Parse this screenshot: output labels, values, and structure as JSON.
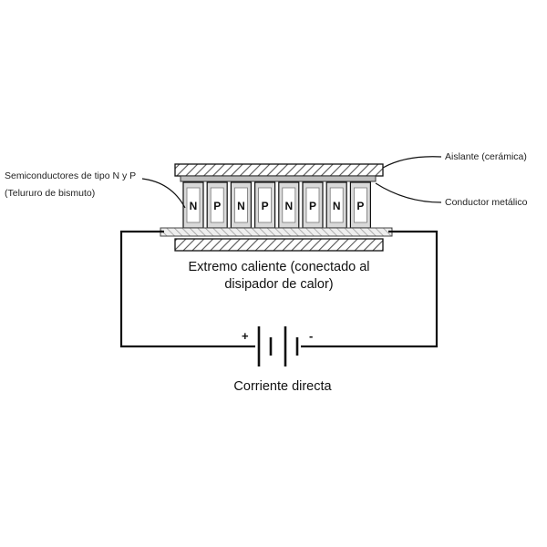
{
  "labels": {
    "semiconductors": "Semiconductores de tipo N y P",
    "semiconductors_material": "(Telururo de bismuto)",
    "insulator": "Aislante (cerámica)",
    "conductor": "Conductor metálico",
    "hot_side_line1": "Extremo caliente (conectado al",
    "hot_side_line2": "disipador de calor)",
    "current": "Corriente directa",
    "plus": "+",
    "minus": "-"
  },
  "pellets": [
    "N",
    "P",
    "N",
    "P",
    "N",
    "P",
    "N",
    "P"
  ],
  "colors": {
    "line": "#111111",
    "hatch": "#555555",
    "pellet_fill": "#d9d9d9",
    "conductor_fill": "#9a9a9a"
  }
}
